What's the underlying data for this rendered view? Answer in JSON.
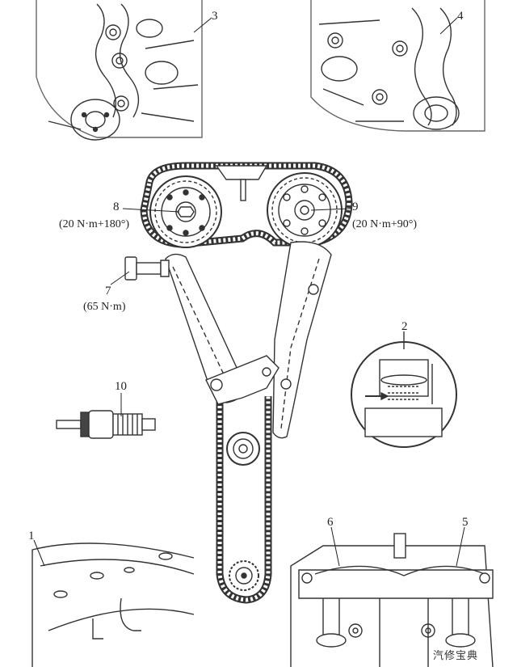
{
  "figure": {
    "callouts": {
      "c1": "1",
      "c2": "2",
      "c3": "3",
      "c4": "4",
      "c5": "5",
      "c6": "6",
      "c7": "7",
      "c7_torque": "(65 N·m)",
      "c8": "8",
      "c8_torque": "(20 N·m+180°)",
      "c9": "9",
      "c9_torque": "(20 N·m+90°)",
      "c10": "10"
    },
    "watermark": "汽修宝典"
  }
}
